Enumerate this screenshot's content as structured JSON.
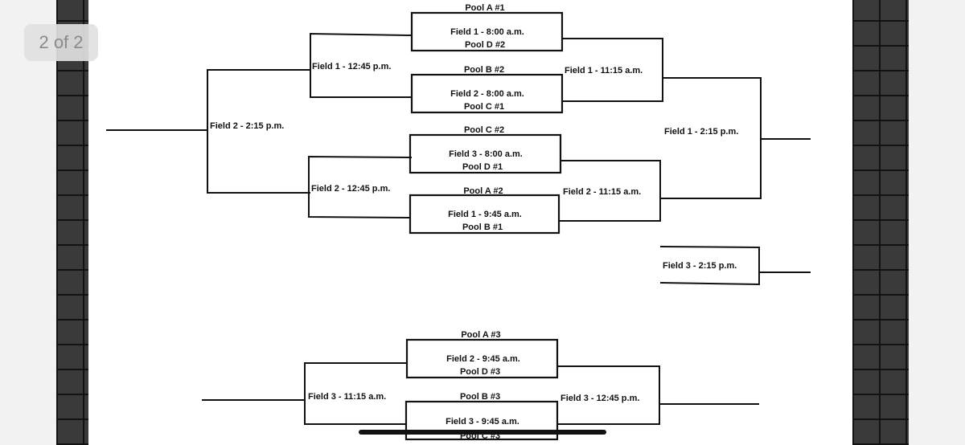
{
  "viewer": {
    "page_counter": "2 of 2"
  },
  "bracket": {
    "labels": {
      "pool_a1": "Pool A #1",
      "f1_800": "Field 1 - 8:00 a.m.",
      "pool_d2": "Pool D #2",
      "f1_1245": "Field 1 - 12:45 p.m.",
      "pool_b2": "Pool B #2",
      "f1_1115": "Field 1 - 11:15 a.m.",
      "f2_800": "Field 2 - 8:00 a.m.",
      "pool_c1": "Pool C #1",
      "f2_215": "Field 2 - 2:15 p.m.",
      "pool_c2": "Pool C #2",
      "f1_215": "Field 1 - 2:15 p.m.",
      "f3_800": "Field 3 - 8:00 a.m.",
      "pool_d1": "Pool D #1",
      "f2_1245": "Field 2 - 12:45 p.m.",
      "pool_a2": "Pool A #2",
      "f2_1115": "Field 2 - 11:15 a.m.",
      "f1_945": "Field 1 - 9:45 a.m.",
      "pool_b1": "Pool B #1",
      "f3_215": "Field 3 - 2:15 p.m.",
      "pool_a3": "Pool A #3",
      "f2_945": "Field 2 - 9:45 a.m.",
      "pool_d3": "Pool D #3",
      "f3_1115": "Field 3 - 11:15 a.m.",
      "pool_b3": "Pool B #3",
      "f3_1245": "Field 3 - 12:45 p.m.",
      "f3_945": "Field 3 - 9:45 a.m.",
      "pool_c3": "Pool C #3"
    }
  },
  "colors": {
    "ink": "#111111",
    "paper": "#ffffff",
    "backdrop": "#3a3a3a"
  }
}
